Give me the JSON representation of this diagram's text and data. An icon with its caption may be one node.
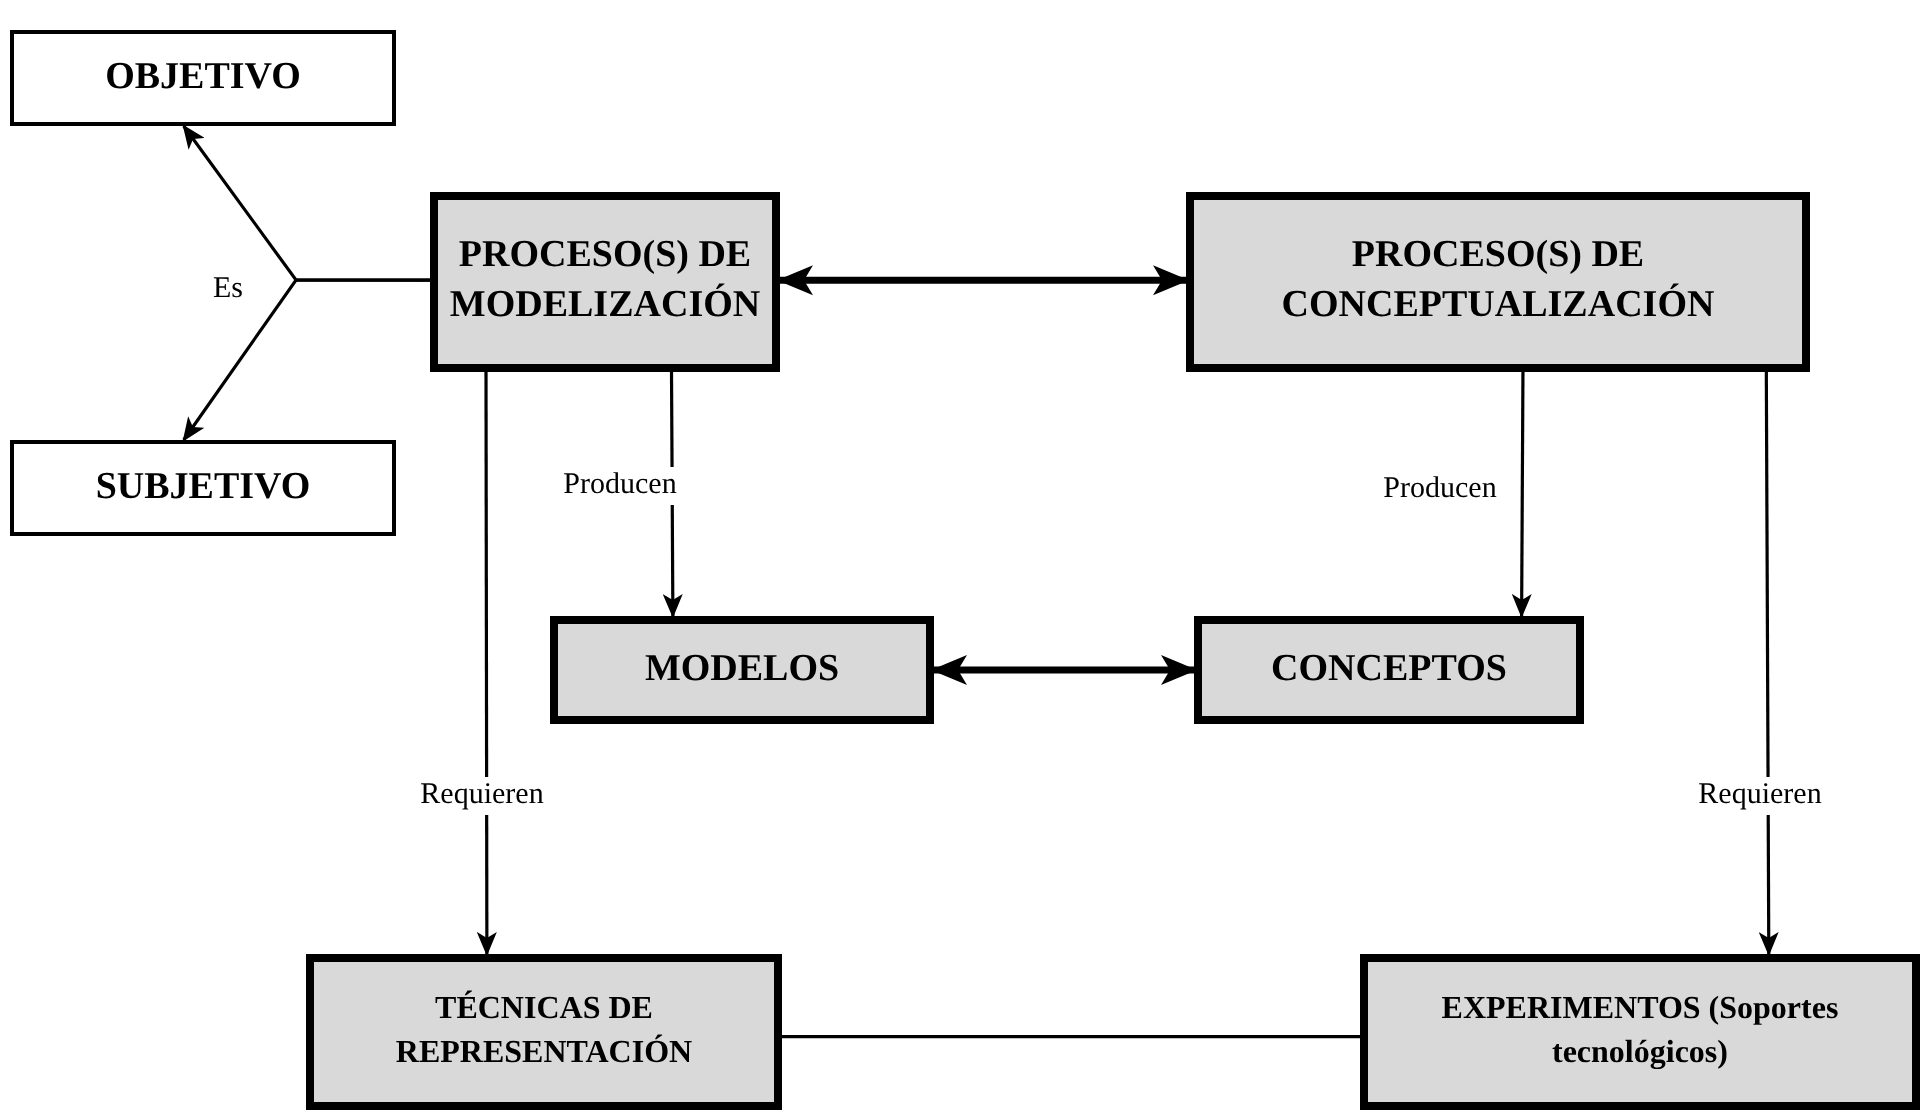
{
  "diagram": {
    "nodes": [
      {
        "text": [
          "OBJETIVO"
        ]
      },
      {
        "text": [
          "PROCESO(S) DE MODELIZACIÓN"
        ]
      },
      {
        "text": [
          "PROCESO(S) DE CONCEPTUALIZACIÓN"
        ]
      },
      {
        "text": [
          "SUBJETIVO"
        ]
      },
      {
        "text": [
          "MODELOS"
        ]
      },
      {
        "text": [
          "CONCEPTOS"
        ]
      },
      {
        "text": [
          "TÉCNICAS DE REPRESENTACIÓN"
        ]
      },
      {
        "text": [
          "EXPERIMENTOS (Soportes tecnológicos)"
        ]
      }
    ],
    "edges": [
      {
        "from": 1,
        "to": 0,
        "arrow": "to",
        "label": "Es"
      },
      {
        "from": 1,
        "to": 3,
        "arrow": "to"
      },
      {
        "from": 1,
        "to": 2,
        "arrow": "both",
        "style": "thick"
      },
      {
        "from": 1,
        "to": 4,
        "arrow": "to",
        "label": "Producen"
      },
      {
        "from": 2,
        "to": 5,
        "arrow": "to",
        "label": "Producen"
      },
      {
        "from": 4,
        "to": 5,
        "arrow": "both",
        "style": "thick"
      },
      {
        "from": 1,
        "to": 6,
        "arrow": "to",
        "label": "Requieren"
      },
      {
        "from": 2,
        "to": 7,
        "arrow": "to",
        "label": "Requieren"
      },
      {
        "from": 6,
        "to": 7,
        "arrow": "none"
      }
    ]
  }
}
